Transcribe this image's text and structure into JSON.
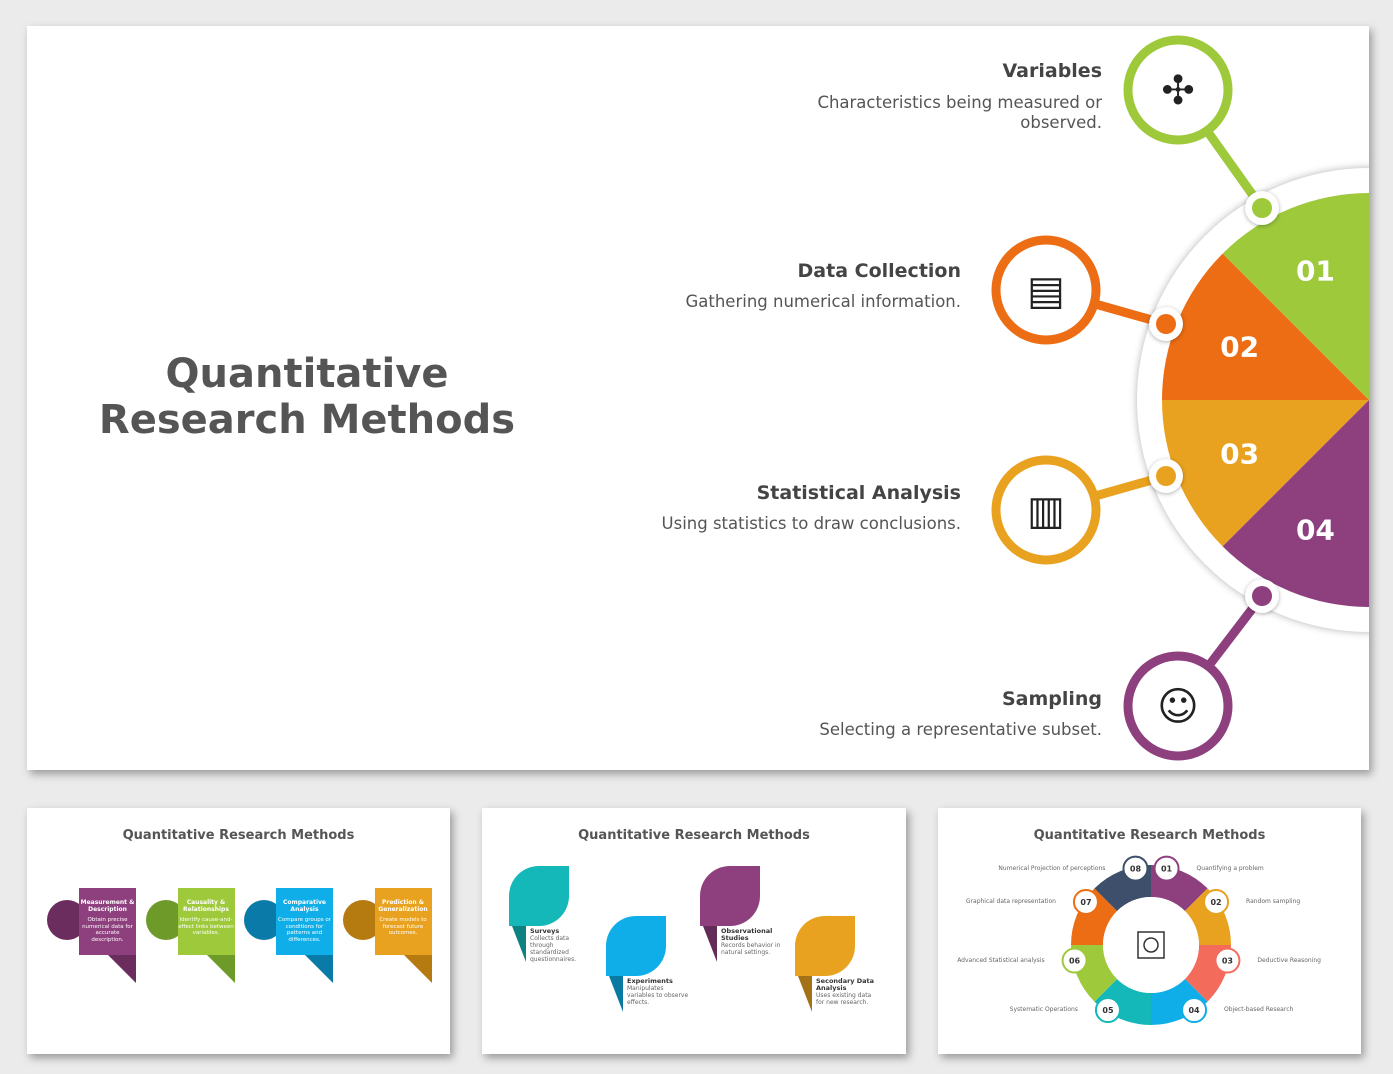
{
  "main": {
    "title_line1": "Quantitative",
    "title_line2": "Research Methods",
    "items": [
      {
        "num": "01",
        "title": "Variables",
        "desc1": "Characteristics being measured or",
        "desc2": "observed.",
        "color": "#9dc93b",
        "icon": "variables-arrows-icon"
      },
      {
        "num": "02",
        "title": "Data Collection",
        "desc1": "Gathering numerical information.",
        "color": "#ec6d14",
        "icon": "data-collection-icon"
      },
      {
        "num": "03",
        "title": "Statistical Analysis",
        "desc1": "Using statistics to draw conclusions.",
        "color": "#e9a220",
        "icon": "statistical-analysis-icon"
      },
      {
        "num": "04",
        "title": "Sampling",
        "desc1": "Selecting a representative subset.",
        "color": "#8e3f7e",
        "icon": "sampling-people-icon"
      }
    ]
  },
  "thumb1": {
    "title": "Quantitative Research Methods",
    "items": [
      {
        "title": "Measurement & Description",
        "desc": "Obtain precise numerical data for accurate description.",
        "color": "#8e3f7e",
        "dark": "#6b2d5e"
      },
      {
        "title": "Causality & Relationships",
        "desc": "Identify cause-and-effect links between variables.",
        "color": "#9dc93b",
        "dark": "#6e9a2a"
      },
      {
        "title": "Comparative Analysis",
        "desc": "Compare groups or conditions for patterns and differences.",
        "color": "#10aee8",
        "dark": "#0a7aa8"
      },
      {
        "title": "Prediction & Generalization",
        "desc": "Create models to forecast future outcomes.",
        "color": "#e9a220",
        "dark": "#b57a10"
      }
    ]
  },
  "thumb2": {
    "title": "Quantitative Research Methods",
    "items": [
      {
        "title": "Surveys",
        "desc": "Collects data through standardized questionnaires.",
        "color": "#14b8b8"
      },
      {
        "title": "Experiments",
        "desc": "Manipulates variables to observe effects.",
        "color": "#10aee8"
      },
      {
        "title": "Observational Studies",
        "desc": "Records behavior in natural settings.",
        "color": "#8e3f7e"
      },
      {
        "title": "Secondary Data Analysis",
        "desc": "Uses existing data for new research.",
        "color": "#e9a220"
      }
    ]
  },
  "thumb3": {
    "title": "Quantitative Research Methods",
    "items": [
      {
        "num": "01",
        "label": "Quantifying a problem",
        "color": "#8e3f7e"
      },
      {
        "num": "02",
        "label": "Random sampling",
        "color": "#e9a220"
      },
      {
        "num": "03",
        "label": "Deductive Reasoning",
        "color": "#f26b5b"
      },
      {
        "num": "04",
        "label": "Object-based Research",
        "color": "#10aee8"
      },
      {
        "num": "05",
        "label": "Systematic Operations",
        "color": "#14b8b8"
      },
      {
        "num": "06",
        "label": "Advanced Statistical analysis",
        "color": "#9dc93b"
      },
      {
        "num": "07",
        "label": "Graphical data representation",
        "color": "#ec6d14"
      },
      {
        "num": "08",
        "label": "Numerical Projection of perceptions",
        "color": "#3d4f6b"
      }
    ]
  }
}
